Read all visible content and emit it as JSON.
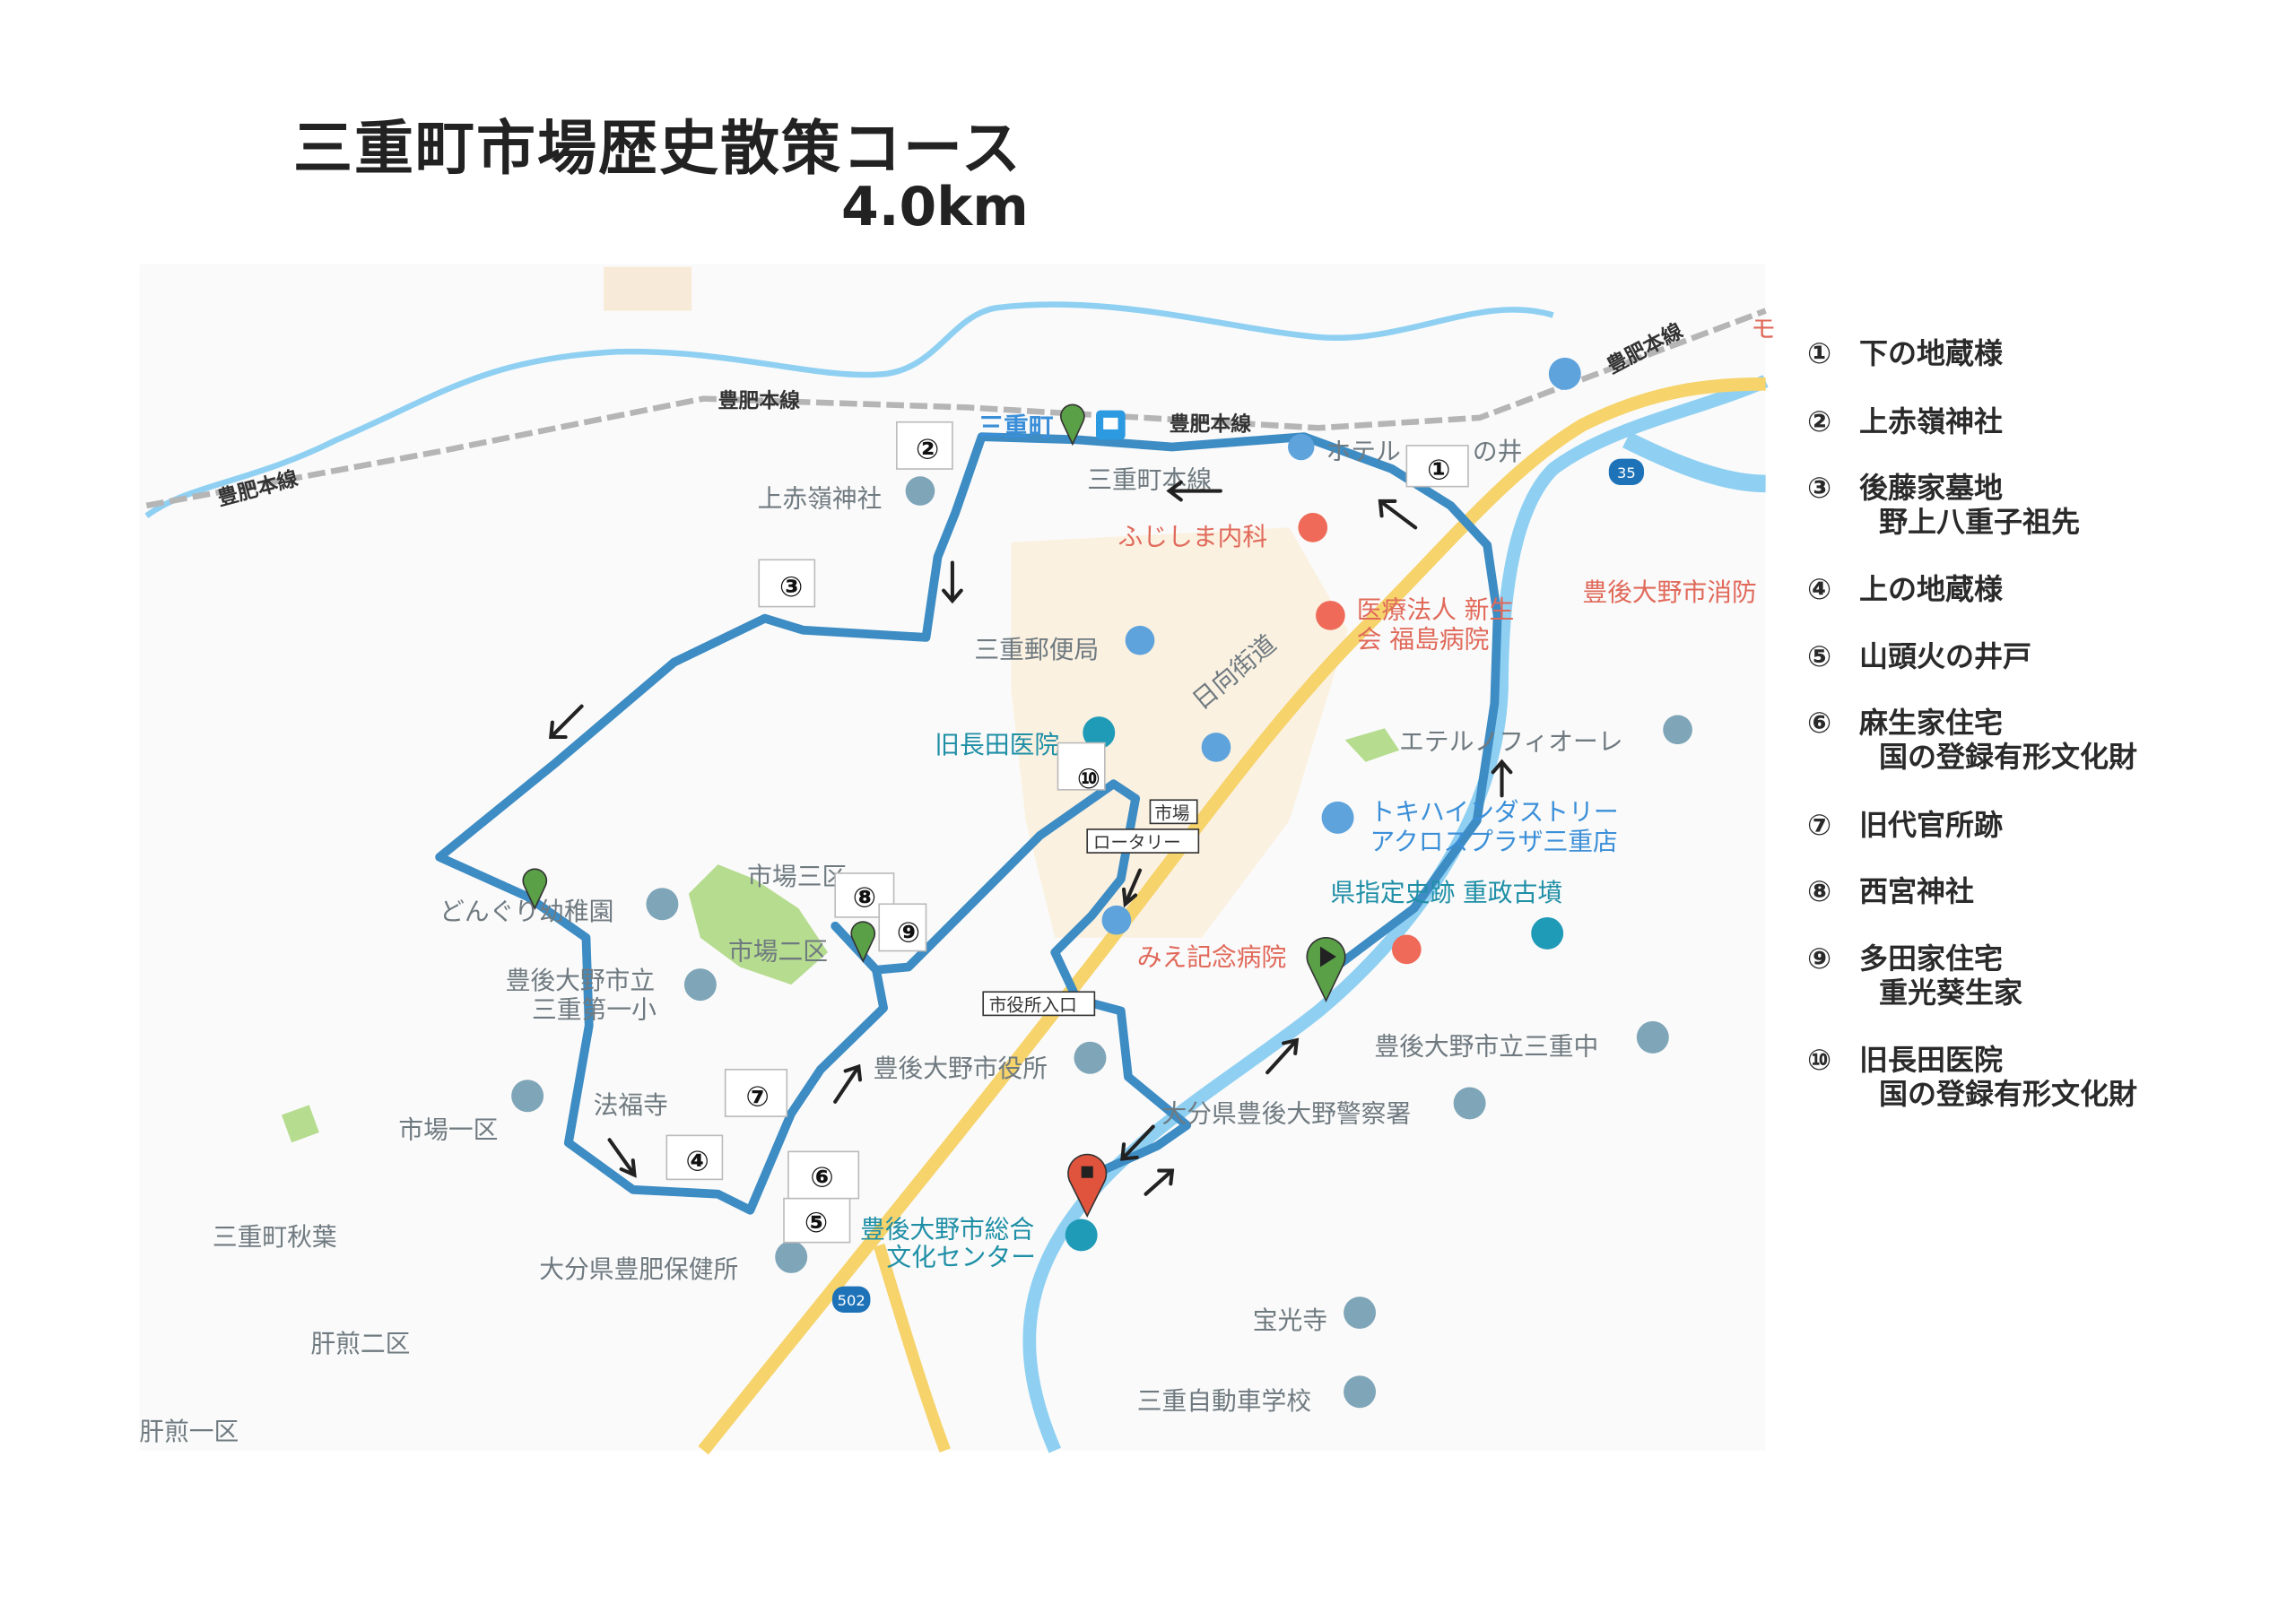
{
  "title": "三重町市場歴史散策コース",
  "distance": "4.0km",
  "legend": [
    {
      "num": "①",
      "name": "下の地蔵様",
      "note": ""
    },
    {
      "num": "②",
      "name": "上赤嶺神社",
      "note": ""
    },
    {
      "num": "③",
      "name": "後藤家墓地",
      "note": "野上八重子祖先"
    },
    {
      "num": "④",
      "name": "上の地蔵様",
      "note": ""
    },
    {
      "num": "⑤",
      "name": "山頭火の井戸",
      "note": ""
    },
    {
      "num": "⑥",
      "name": "麻生家住宅",
      "note": "国の登録有形文化財"
    },
    {
      "num": "⑦",
      "name": "旧代官所跡",
      "note": ""
    },
    {
      "num": "⑧",
      "name": "西宮神社",
      "note": ""
    },
    {
      "num": "⑨",
      "name": "多田家住宅",
      "note": "重光葵生家"
    },
    {
      "num": "⑩",
      "name": "旧長田医院",
      "note": "国の登録有形文化財"
    }
  ],
  "map": {
    "rail_line": "豊肥本線",
    "station": "三重町",
    "labels": {
      "kamiakamine": "上赤嶺神社",
      "street": "三重町本線",
      "hotel_a": "ホテル",
      "hotel_b": "の井",
      "fujishima": "ふじしま内科",
      "fire": "豊後大野市消防",
      "fukushima1": "医療法人 新生",
      "fukushima2": "会 福島病院",
      "post": "三重郵便局",
      "hyuga": "日向街道",
      "nagata": "旧長田医院",
      "eterno": "エテルノフィオーレ",
      "tokiwa1": "トキハインダストリー",
      "tokiwa2": "アクロスプラザ三重店",
      "kofun": "県指定史跡 重政古墳",
      "mie_hosp": "みえ記念病院",
      "mie_jhs": "豊後大野市立三重中",
      "police": "大分県豊後大野警察署",
      "city_hall": "豊後大野市役所",
      "culture1": "豊後大野市総合",
      "culture2": "文化センター",
      "hokoji": "宝光寺",
      "driving": "三重自動車学校",
      "health": "大分県豊肥保健所",
      "akiba": "三重町秋葉",
      "kimoiri2": "肝煎二区",
      "kimoiri1": "肝煎一区",
      "ichiba1": "市場一区",
      "ichiba2": "市場二区",
      "ichiba3": "市場三区",
      "hofukuji": "法福寺",
      "school1": "豊後大野市立",
      "school2": "三重第一小",
      "kinder": "どんぐり幼稚園",
      "mo": "モ"
    },
    "boxes": {
      "ichiba": "市場",
      "rotary": "ロータリー",
      "cityhall_entrance": "市役所入口"
    },
    "route_shields": {
      "r502": "502",
      "r35": "35"
    },
    "colors": {
      "route": "#3d8cc4",
      "road": "#f6d36b",
      "river": "#8fd0f2",
      "park": "#b6dc8f",
      "start": "#5aa047",
      "end": "#e0533d"
    }
  }
}
